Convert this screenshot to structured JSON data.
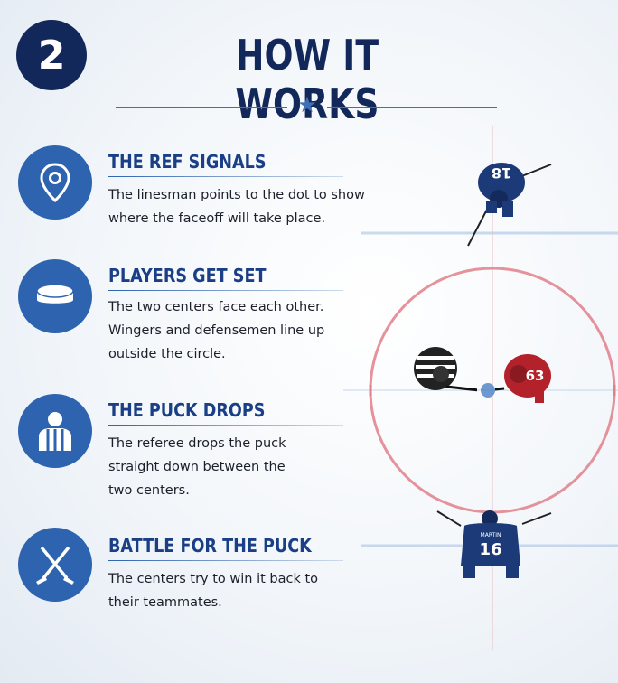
{
  "badge": {
    "number": "2"
  },
  "header": {
    "title": "HOW IT WORKS",
    "star_icon": "star-icon"
  },
  "steps": [
    {
      "icon": "map-pin-icon",
      "heading": "THE REF SIGNALS",
      "body": "The linesman points to the dot to show where the faceoff will take place."
    },
    {
      "icon": "hockey-puck-icon",
      "heading": "PLAYERS GET SET",
      "body": "The two centers face each other. Wingers and defensemen line up outside the circle."
    },
    {
      "icon": "referee-icon",
      "heading": "THE PUCK DROPS",
      "body": "The referee drops the puck straight down between the two centers."
    },
    {
      "icon": "crossed-hockey-sticks-icon",
      "heading": "BATTLE FOR THE PUCK",
      "body": "The centers try to win it back to their teammates."
    }
  ],
  "illustration": {
    "top_player_number": "18",
    "red_player_number": "63",
    "bottom_player_number": "16",
    "bottom_player_name": "MARTIN"
  },
  "colors": {
    "navy": "#13285a",
    "blue": "#2e63b0",
    "red_line": "#d9828b",
    "blue_line": "#7ea4d6"
  }
}
